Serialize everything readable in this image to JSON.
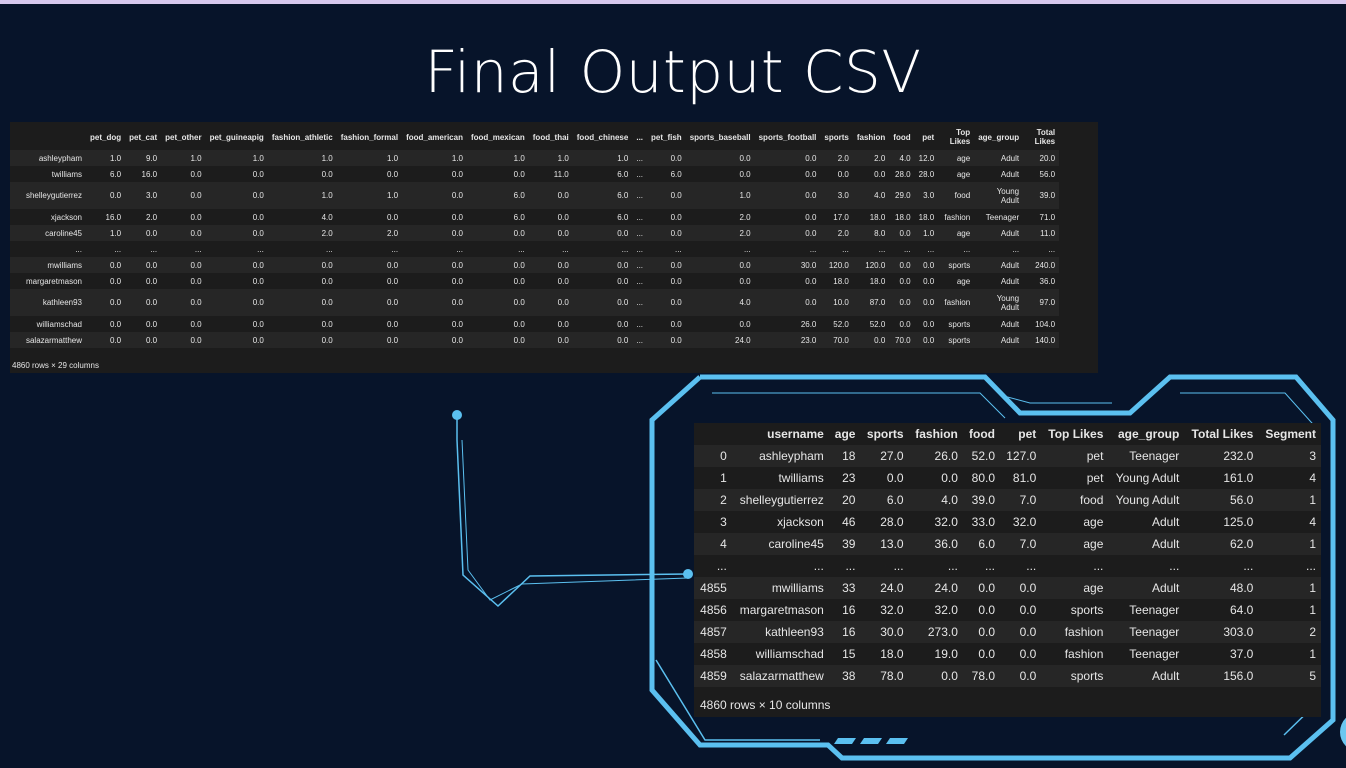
{
  "title": "Final Output CSV",
  "colors": {
    "background": "#07142a",
    "accent": "#5bc0f0",
    "table_bg": "#1c1c1c"
  },
  "table1": {
    "columns": [
      "pet_dog",
      "pet_cat",
      "pet_other",
      "pet_guineapig",
      "fashion_athletic",
      "fashion_formal",
      "food_american",
      "food_mexican",
      "food_thai",
      "food_chinese",
      "...",
      "pet_fish",
      "sports_baseball",
      "sports_football",
      "sports",
      "fashion",
      "food",
      "pet",
      "Top Likes",
      "age_group",
      "Total Likes"
    ],
    "rows": [
      {
        "index": "ashleypham",
        "cells": [
          "1.0",
          "9.0",
          "1.0",
          "1.0",
          "1.0",
          "1.0",
          "1.0",
          "1.0",
          "1.0",
          "1.0",
          "...",
          "0.0",
          "0.0",
          "0.0",
          "2.0",
          "2.0",
          "4.0",
          "12.0",
          "age",
          "Adult",
          "20.0"
        ]
      },
      {
        "index": "twilliams",
        "cells": [
          "6.0",
          "16.0",
          "0.0",
          "0.0",
          "0.0",
          "0.0",
          "0.0",
          "0.0",
          "11.0",
          "6.0",
          "...",
          "6.0",
          "0.0",
          "0.0",
          "0.0",
          "0.0",
          "28.0",
          "28.0",
          "age",
          "Adult",
          "56.0"
        ]
      },
      {
        "index": "shelleygutierrez",
        "cells": [
          "0.0",
          "3.0",
          "0.0",
          "0.0",
          "1.0",
          "1.0",
          "0.0",
          "6.0",
          "0.0",
          "6.0",
          "...",
          "0.0",
          "1.0",
          "0.0",
          "3.0",
          "4.0",
          "29.0",
          "3.0",
          "food",
          "Young Adult",
          "39.0"
        ]
      },
      {
        "index": "xjackson",
        "cells": [
          "16.0",
          "2.0",
          "0.0",
          "0.0",
          "4.0",
          "0.0",
          "0.0",
          "6.0",
          "0.0",
          "6.0",
          "...",
          "0.0",
          "2.0",
          "0.0",
          "17.0",
          "18.0",
          "18.0",
          "18.0",
          "fashion",
          "Teenager",
          "71.0"
        ]
      },
      {
        "index": "caroline45",
        "cells": [
          "1.0",
          "0.0",
          "0.0",
          "0.0",
          "2.0",
          "2.0",
          "0.0",
          "0.0",
          "0.0",
          "0.0",
          "...",
          "0.0",
          "2.0",
          "0.0",
          "2.0",
          "8.0",
          "0.0",
          "1.0",
          "age",
          "Adult",
          "11.0"
        ]
      },
      {
        "index": "...",
        "cells": [
          "...",
          "...",
          "...",
          "...",
          "...",
          "...",
          "...",
          "...",
          "...",
          "...",
          "...",
          "...",
          "...",
          "...",
          "...",
          "...",
          "...",
          "...",
          "...",
          "...",
          "..."
        ]
      },
      {
        "index": "mwilliams",
        "cells": [
          "0.0",
          "0.0",
          "0.0",
          "0.0",
          "0.0",
          "0.0",
          "0.0",
          "0.0",
          "0.0",
          "0.0",
          "...",
          "0.0",
          "0.0",
          "30.0",
          "120.0",
          "120.0",
          "0.0",
          "0.0",
          "sports",
          "Adult",
          "240.0"
        ]
      },
      {
        "index": "margaretmason",
        "cells": [
          "0.0",
          "0.0",
          "0.0",
          "0.0",
          "0.0",
          "0.0",
          "0.0",
          "0.0",
          "0.0",
          "0.0",
          "...",
          "0.0",
          "0.0",
          "0.0",
          "18.0",
          "18.0",
          "0.0",
          "0.0",
          "age",
          "Adult",
          "36.0"
        ]
      },
      {
        "index": "kathleen93",
        "cells": [
          "0.0",
          "0.0",
          "0.0",
          "0.0",
          "0.0",
          "0.0",
          "0.0",
          "0.0",
          "0.0",
          "0.0",
          "...",
          "0.0",
          "4.0",
          "0.0",
          "10.0",
          "87.0",
          "0.0",
          "0.0",
          "fashion",
          "Young Adult",
          "97.0"
        ]
      },
      {
        "index": "williamschad",
        "cells": [
          "0.0",
          "0.0",
          "0.0",
          "0.0",
          "0.0",
          "0.0",
          "0.0",
          "0.0",
          "0.0",
          "0.0",
          "...",
          "0.0",
          "0.0",
          "26.0",
          "52.0",
          "52.0",
          "0.0",
          "0.0",
          "sports",
          "Adult",
          "104.0"
        ]
      },
      {
        "index": "salazarmatthew",
        "cells": [
          "0.0",
          "0.0",
          "0.0",
          "0.0",
          "0.0",
          "0.0",
          "0.0",
          "0.0",
          "0.0",
          "0.0",
          "...",
          "0.0",
          "24.0",
          "23.0",
          "70.0",
          "0.0",
          "70.0",
          "0.0",
          "sports",
          "Adult",
          "140.0"
        ]
      }
    ],
    "footer": "4860 rows × 29 columns"
  },
  "table2": {
    "columns": [
      "",
      "username",
      "age",
      "sports",
      "fashion",
      "food",
      "pet",
      "Top Likes",
      "age_group",
      "Total Likes",
      "Segment"
    ],
    "rows": [
      [
        "0",
        "ashleypham",
        "18",
        "27.0",
        "26.0",
        "52.0",
        "127.0",
        "pet",
        "Teenager",
        "232.0",
        "3"
      ],
      [
        "1",
        "twilliams",
        "23",
        "0.0",
        "0.0",
        "80.0",
        "81.0",
        "pet",
        "Young Adult",
        "161.0",
        "4"
      ],
      [
        "2",
        "shelleygutierrez",
        "20",
        "6.0",
        "4.0",
        "39.0",
        "7.0",
        "food",
        "Young Adult",
        "56.0",
        "1"
      ],
      [
        "3",
        "xjackson",
        "46",
        "28.0",
        "32.0",
        "33.0",
        "32.0",
        "age",
        "Adult",
        "125.0",
        "4"
      ],
      [
        "4",
        "caroline45",
        "39",
        "13.0",
        "36.0",
        "6.0",
        "7.0",
        "age",
        "Adult",
        "62.0",
        "1"
      ],
      [
        "...",
        "...",
        "...",
        "...",
        "...",
        "...",
        "...",
        "...",
        "...",
        "...",
        "..."
      ],
      [
        "4855",
        "mwilliams",
        "33",
        "24.0",
        "24.0",
        "0.0",
        "0.0",
        "age",
        "Adult",
        "48.0",
        "1"
      ],
      [
        "4856",
        "margaretmason",
        "16",
        "32.0",
        "32.0",
        "0.0",
        "0.0",
        "sports",
        "Teenager",
        "64.0",
        "1"
      ],
      [
        "4857",
        "kathleen93",
        "16",
        "30.0",
        "273.0",
        "0.0",
        "0.0",
        "fashion",
        "Teenager",
        "303.0",
        "2"
      ],
      [
        "4858",
        "williamschad",
        "15",
        "18.0",
        "19.0",
        "0.0",
        "0.0",
        "fashion",
        "Teenager",
        "37.0",
        "1"
      ],
      [
        "4859",
        "salazarmatthew",
        "38",
        "78.0",
        "0.0",
        "78.0",
        "0.0",
        "sports",
        "Adult",
        "156.0",
        "5"
      ]
    ],
    "footer": "4860 rows × 10 columns"
  }
}
